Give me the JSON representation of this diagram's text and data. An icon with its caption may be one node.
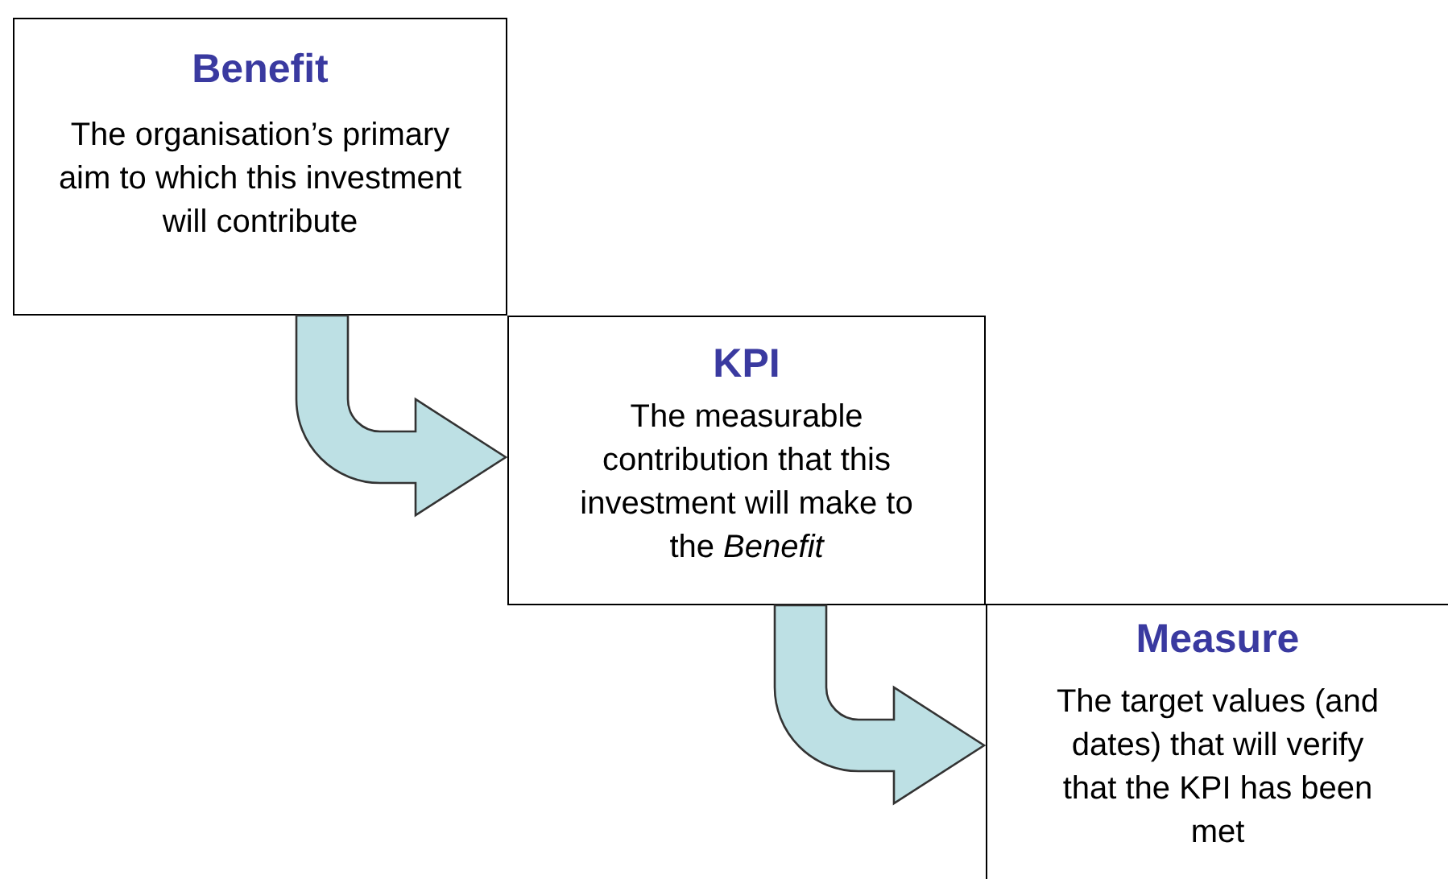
{
  "diagram": {
    "nodes": [
      {
        "text": [
          "Benefit",
          "The organisation’s primary aim to which this investment will contribute"
        ]
      },
      {
        "text": [
          "KPI",
          "The measurable contribution that this investment will make to the *Benefit*"
        ]
      },
      {
        "text": [
          "Measure",
          "The target values (and  dates) that will verify that the KPI has been met"
        ]
      }
    ],
    "edges": [
      {
        "from": 0,
        "to": 1,
        "arrow": "to"
      },
      {
        "from": 1,
        "to": 2,
        "arrow": "to"
      }
    ]
  }
}
